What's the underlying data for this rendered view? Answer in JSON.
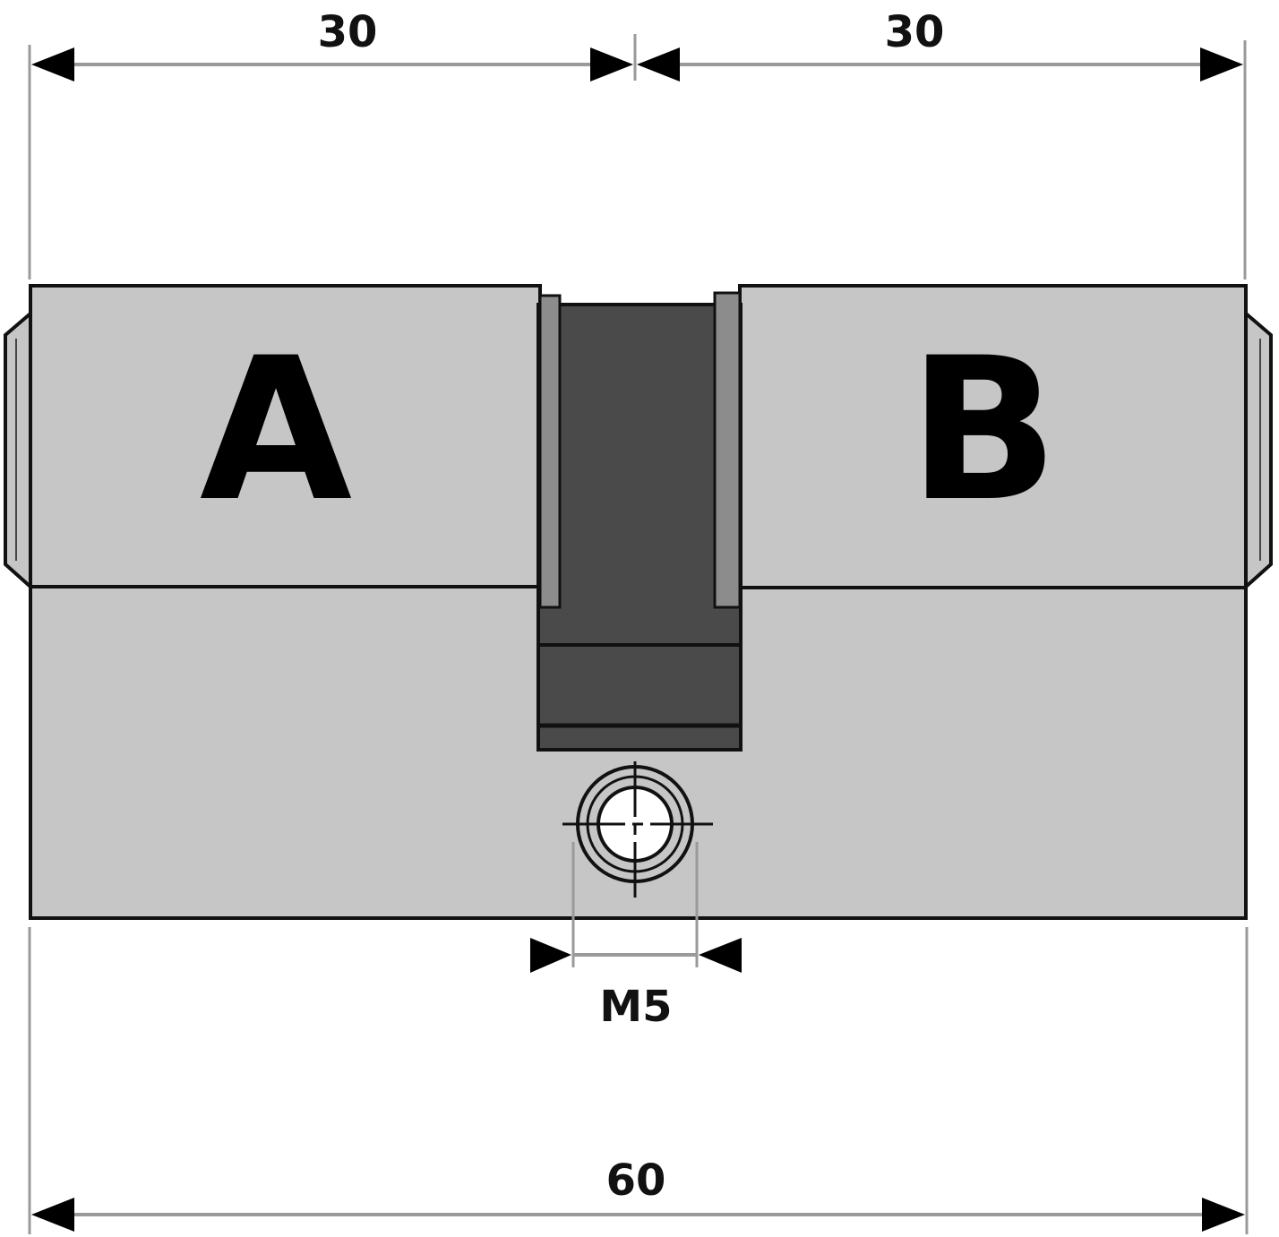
{
  "dimensions": {
    "left_length": "30",
    "right_length": "30",
    "total_length": "60",
    "screw_thread": "M5"
  },
  "sides": {
    "left": "A",
    "right": "B"
  },
  "colors": {
    "body": "#c6c6c6",
    "outline": "#111111",
    "cam_slot": "#4a4a4a",
    "cam_shoulder": "#8c8c8c",
    "dimension_line": "#9a9a9a",
    "arrow": "#000000"
  }
}
